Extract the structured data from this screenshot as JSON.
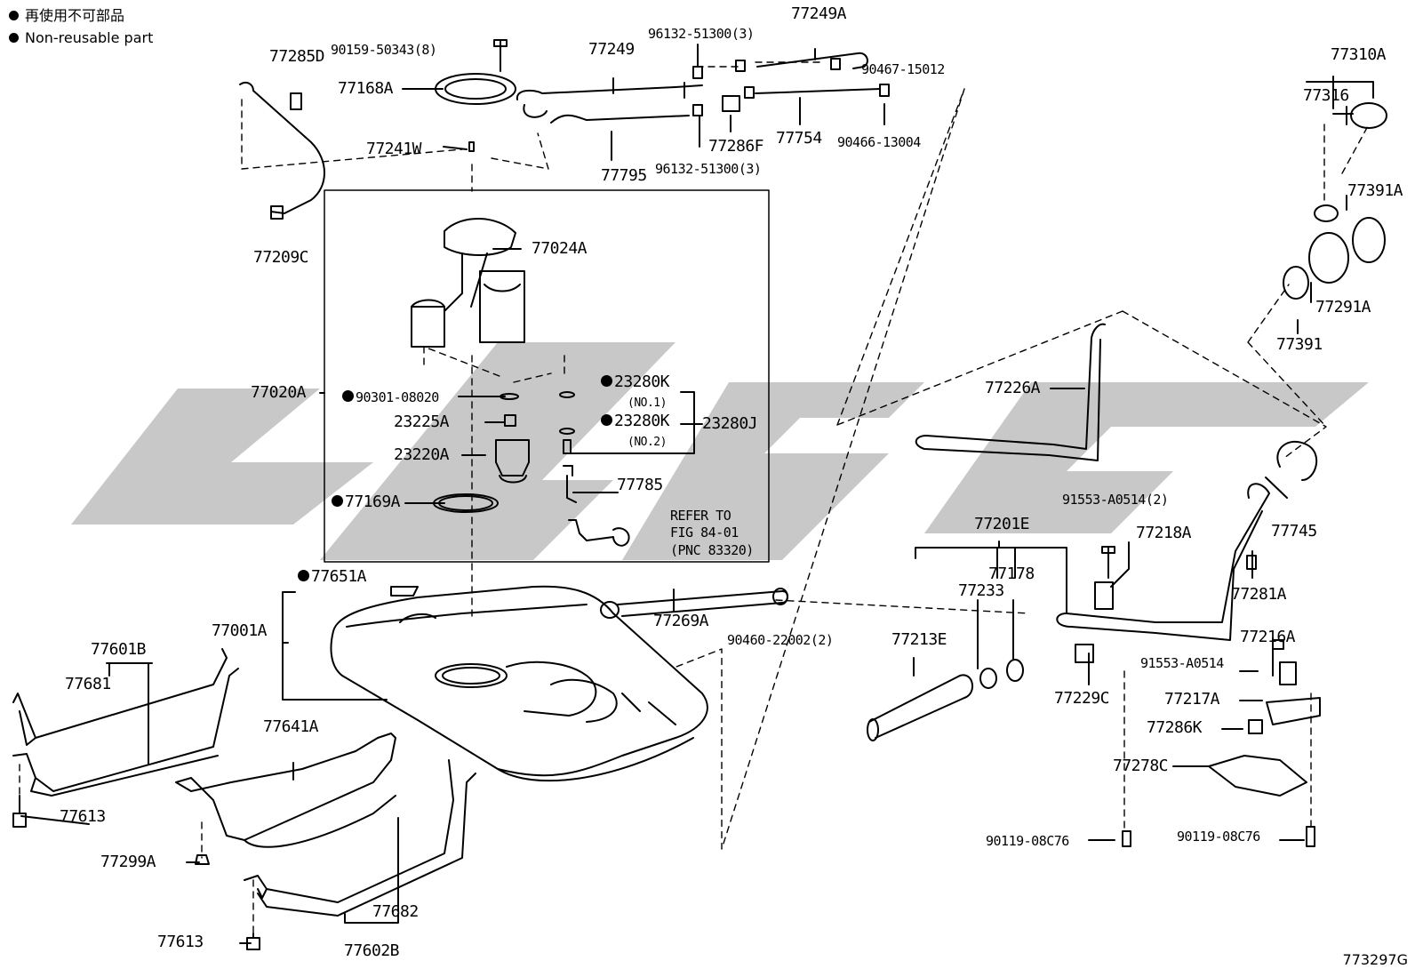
{
  "legend": {
    "japanese": "再使用不可部品",
    "english": "Non-reusable part"
  },
  "labels": [
    {
      "id": "l01",
      "text": "90159-50343(8)",
      "np": false
    },
    {
      "id": "l02",
      "text": "77285D",
      "np": false
    },
    {
      "id": "l03",
      "text": "77168A",
      "np": false
    },
    {
      "id": "l04",
      "text": "77241W",
      "np": false
    },
    {
      "id": "l05",
      "text": "77209C",
      "np": false
    },
    {
      "id": "l06",
      "text": "77249",
      "np": false
    },
    {
      "id": "l07",
      "text": "96132-51300(3)",
      "np": false
    },
    {
      "id": "l08",
      "text": "77249A",
      "np": false
    },
    {
      "id": "l09",
      "text": "90467-15012",
      "np": false
    },
    {
      "id": "l10",
      "text": "77286F",
      "np": false
    },
    {
      "id": "l11",
      "text": "77754",
      "np": false
    },
    {
      "id": "l12",
      "text": "90466-13004",
      "np": false
    },
    {
      "id": "l13",
      "text": "96132-51300(3)",
      "np": false
    },
    {
      "id": "l14",
      "text": "77795",
      "np": false
    },
    {
      "id": "l15",
      "text": "77310A",
      "np": false
    },
    {
      "id": "l16",
      "text": "77316",
      "np": false
    },
    {
      "id": "l17",
      "text": "77391A",
      "np": false
    },
    {
      "id": "l18",
      "text": "77291A",
      "np": false
    },
    {
      "id": "l19",
      "text": "77391",
      "np": false
    },
    {
      "id": "l20",
      "text": "77024A",
      "np": false
    },
    {
      "id": "l21",
      "text": "77020A",
      "np": false
    },
    {
      "id": "l22",
      "text": "90301-08020",
      "np": true
    },
    {
      "id": "l23",
      "text": "23280K",
      "np": true
    },
    {
      "id": "l24",
      "text": "(NO.1)",
      "np": false
    },
    {
      "id": "l25",
      "text": "23280K",
      "np": true
    },
    {
      "id": "l26",
      "text": "(NO.2)",
      "np": false
    },
    {
      "id": "l27",
      "text": "23280J",
      "np": false
    },
    {
      "id": "l28",
      "text": "23225A",
      "np": false
    },
    {
      "id": "l29",
      "text": "23220A",
      "np": false
    },
    {
      "id": "l30",
      "text": "77785",
      "np": false
    },
    {
      "id": "l31",
      "text": "77169A",
      "np": true
    },
    {
      "id": "l32",
      "text": "REFER TO",
      "np": false
    },
    {
      "id": "l33",
      "text": "FIG 84-01",
      "np": false
    },
    {
      "id": "l34",
      "text": "(PNC 83320)",
      "np": false
    },
    {
      "id": "l35",
      "text": "77226A",
      "np": false
    },
    {
      "id": "l36",
      "text": "77745",
      "np": false
    },
    {
      "id": "l37",
      "text": "77201E",
      "np": false
    },
    {
      "id": "l38",
      "text": "91553-A0514(2)",
      "np": false
    },
    {
      "id": "l39",
      "text": "77218A",
      "np": false
    },
    {
      "id": "l40",
      "text": "77178",
      "np": false
    },
    {
      "id": "l41",
      "text": "77233",
      "np": false
    },
    {
      "id": "l42",
      "text": "77281A",
      "np": false
    },
    {
      "id": "l43",
      "text": "77651A",
      "np": true
    },
    {
      "id": "l44",
      "text": "77269A",
      "np": false
    },
    {
      "id": "l45",
      "text": "90460-22002(2)",
      "np": false
    },
    {
      "id": "l46",
      "text": "77213E",
      "np": false
    },
    {
      "id": "l47",
      "text": "77216A",
      "np": false
    },
    {
      "id": "l48",
      "text": "91553-A0514",
      "np": false
    },
    {
      "id": "l49",
      "text": "77229C",
      "np": false
    },
    {
      "id": "l50",
      "text": "77217A",
      "np": false
    },
    {
      "id": "l51",
      "text": "77286K",
      "np": false
    },
    {
      "id": "l52",
      "text": "77278C",
      "np": false
    },
    {
      "id": "l53",
      "text": "77601B",
      "np": false
    },
    {
      "id": "l54",
      "text": "77681",
      "np": false
    },
    {
      "id": "l55",
      "text": "77001A",
      "np": false
    },
    {
      "id": "l56",
      "text": "77641A",
      "np": false
    },
    {
      "id": "l57",
      "text": "77613",
      "np": false
    },
    {
      "id": "l58",
      "text": "77299A",
      "np": false
    },
    {
      "id": "l59",
      "text": "77613",
      "np": false
    },
    {
      "id": "l60",
      "text": "77682",
      "np": false
    },
    {
      "id": "l61",
      "text": "77602B",
      "np": false
    },
    {
      "id": "l62",
      "text": "90119-08C76",
      "np": false
    },
    {
      "id": "l63",
      "text": "90119-08C76",
      "np": false
    }
  ],
  "figure_number": "773297G"
}
